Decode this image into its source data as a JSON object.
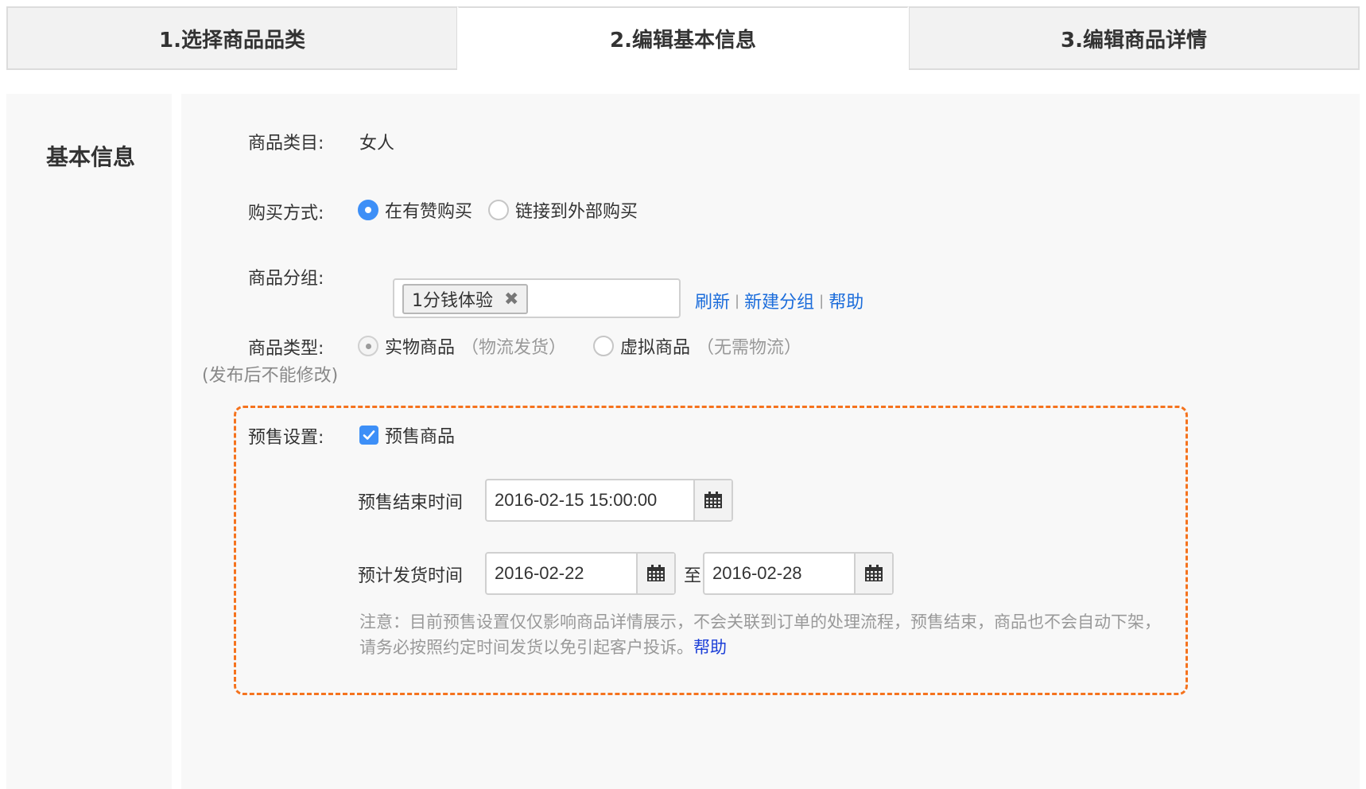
{
  "steps": [
    {
      "label": "1.选择商品品类",
      "active": false
    },
    {
      "label": "2.编辑基本信息",
      "active": true
    },
    {
      "label": "3.编辑商品详情",
      "active": false
    }
  ],
  "section": {
    "title": "基本信息"
  },
  "category": {
    "label": "商品类目:",
    "value": "女人"
  },
  "purchase": {
    "label": "购买方式:",
    "options": [
      {
        "text": "在有赞购买",
        "checked": true
      },
      {
        "text": "链接到外部购买",
        "checked": false
      }
    ]
  },
  "group": {
    "label": "商品分组:",
    "tag": "1分钱体验",
    "remove_glyph": "✖",
    "links": {
      "refresh": "刷新",
      "new_group": "新建分组",
      "help": "帮助",
      "separator": "|"
    }
  },
  "product_type": {
    "label": "商品类型:",
    "sublabel": "(发布后不能修改)",
    "options": [
      {
        "text": "实物商品",
        "hint": "（物流发货）",
        "checked": true,
        "disabled": true
      },
      {
        "text": "虚拟商品",
        "hint": "（无需物流）",
        "checked": false,
        "disabled": true
      }
    ]
  },
  "presale": {
    "label": "预售设置:",
    "checkbox_label": "预售商品",
    "checked": true,
    "end_time": {
      "label": "预售结束时间",
      "value": "2016-02-15 15:00:00"
    },
    "ship_time": {
      "label": "预计发货时间",
      "from": "2016-02-22",
      "to_label": "至",
      "to": "2016-02-28"
    },
    "note": "注意：目前预售设置仅仅影响商品详情展示，不会关联到订单的处理流程，预售结束，商品也不会自动下架，请务必按照约定时间发货以免引起客户投诉。",
    "note_link": "帮助"
  },
  "colors": {
    "accent": "#3d8ff7",
    "link": "#1c6ddb",
    "dashed_border": "#f5731e"
  },
  "icons": {
    "calendar": "calendar-icon",
    "check": "check-icon",
    "close": "close-icon"
  }
}
